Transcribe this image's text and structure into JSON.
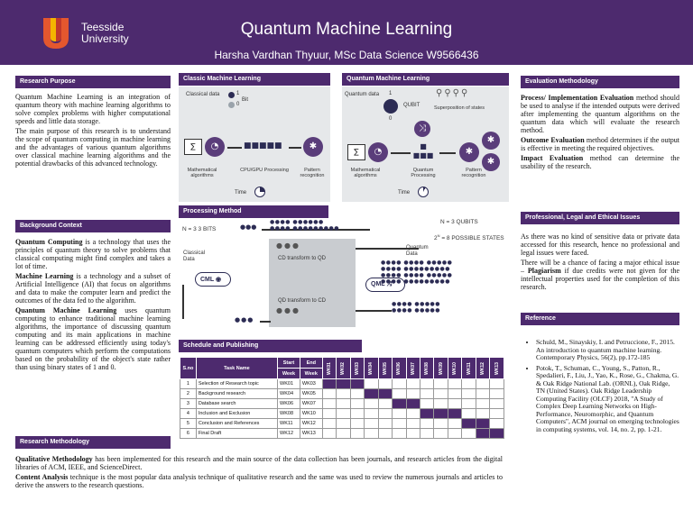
{
  "header": {
    "university": [
      "Teesside",
      "University"
    ],
    "title": "Quantum Machine Learning",
    "author": "Harsha Vardhan Thyuur, MSc Data Science W9566436"
  },
  "research_purpose": {
    "heading": "Research Purpose",
    "p1": "Quantum Machine Learning is an integration of quantum theory with machine learning algorithms to solve complex problems with higher computational speeds and little data storage.",
    "p2": "The main purpose of this research is to understand the scope of quantum computing in machine learning and the advantages of various quantum algorithms over classical machine learning algorithms and the potential drawbacks of this advanced technology."
  },
  "background": {
    "heading": "Background Context",
    "qc_term": "Quantum Computing",
    "qc_text": " is a technology that uses the principles of quantum theory to solve problems that classical computing might find complex and takes a lot of time.",
    "ml_term": "Machine Learning",
    "ml_text": " is a technology and a subset of Artificial Intelligence (AI) that focus on algorithms and data to make the computer learn and predict the outcomes of the data fed to the algorithm.",
    "qml_term": "Quantum Machine Learning",
    "qml_text": " uses quantum computing to enhance traditional machine learning algorithms, the importance of discussing quantum computing and its main applications in machine learning can be addressed efficiently using today's quantum computers which perform the computations based on the probability of the object's state rather than using binary states of 1 and 0."
  },
  "methodology": {
    "heading": "Research Methodology",
    "qual_term": "Qualitative Methodology",
    "qual_text": " has been implemented for this research and the main source of the data collection has been journals, and research articles from the digital libraries of ACM, IEEE, and ScienceDirect.",
    "content_term": "Content Analysis",
    "content_text": " technique is the most popular data analysis technique of qualitative research and the same was used to review the numerous journals and articles to derive the answers to the research questions."
  },
  "classic_ml": {
    "heading": "Classic Machine Learning",
    "classical_data": "Classical data",
    "bit": "Bit",
    "one": "1",
    "zero": "0",
    "math_algos": "Mathematical algorithms",
    "cpu_gpu": "CPU/GPU Processing",
    "pattern": "Pattern recognition",
    "time": "Time"
  },
  "quantum_ml": {
    "heading": "Quantum Machine Learning",
    "quantum_data": "Quantum data",
    "qubit": "QUBIT",
    "one": "1",
    "zero": "0",
    "superposition": "Superposition of states",
    "math_algos": "Mathematical algorithms",
    "quantum_proc": "Quantum Processing",
    "pattern": "Pattern recognition",
    "time": "Time"
  },
  "processing": {
    "heading": "Processing Method",
    "n3bits": "N = 3  3 BITS",
    "n3qubits": "N = 3 QUBITS",
    "states": "2",
    "states_exp": "N",
    "states_text": "= 8 POSSIBLE STATES",
    "classical_data": "Classical Data",
    "quantum_data": "Quantum Data",
    "cml": "CML",
    "qml": "QML",
    "cd_to_qd": "CD transform to QD",
    "qd_to_cd": "QD transform to CD"
  },
  "schedule": {
    "heading": "Schedule and Publishing",
    "col_sno": "S.no",
    "col_task": "Task Name",
    "col_start": "Start",
    "col_end": "End",
    "col_week": "Week",
    "weeks": [
      "WK01",
      "WK02",
      "WK03",
      "WK04",
      "WK05",
      "WK06",
      "WK07",
      "WK08",
      "WK09",
      "WK10",
      "WK11",
      "WK12",
      "WK13"
    ],
    "rows": [
      {
        "sno": "1",
        "task": "Selection of Research topic",
        "start": "WK01",
        "end": "WK03",
        "s": 1,
        "e": 3
      },
      {
        "sno": "2",
        "task": "Background research",
        "start": "WK04",
        "end": "WK05",
        "s": 4,
        "e": 5
      },
      {
        "sno": "3",
        "task": "Database search",
        "start": "WK06",
        "end": "WK07",
        "s": 6,
        "e": 7
      },
      {
        "sno": "4",
        "task": "Inclusion and Exclusion",
        "start": "WK08",
        "end": "WK10",
        "s": 8,
        "e": 10
      },
      {
        "sno": "5",
        "task": "Conclusion and References",
        "start": "WK11",
        "end": "WK12",
        "s": 11,
        "e": 12
      },
      {
        "sno": "6",
        "task": "Final Draft",
        "start": "WK12",
        "end": "WK13",
        "s": 12,
        "e": 13
      }
    ]
  },
  "evaluation": {
    "heading": "Evaluation Methodology",
    "pi_term": "Process/ Implementation Evaluation",
    "pi_text": " method should be used to analyse if the intended outputs were derived after implementing the quantum algorithms on the quantum data which will evaluate the research method.",
    "oe_term": "Outcome Evaluation",
    "oe_text": " method determines if the output is effective in meeting the required objectives.",
    "ie_term": "Impact Evaluation",
    "ie_text": " method can determine the usability of the research."
  },
  "professional": {
    "heading": "Professional, Legal and Ethical Issues",
    "p1": "As there was no kind of sensitive data or private data accessed for this research, hence no professional and legal issues were faced.",
    "p2_a": "There will be a chance of facing a major ethical issue – ",
    "p2_term": "Plagiarism",
    "p2_b": " if due credits were not given for the intellectual properties used for the completion of this research."
  },
  "references": {
    "heading": "Reference",
    "items": [
      "Schuld, M., Sinayskiy, I. and Petruccione, F., 2015. An introduction to quantum machine learning. Contemporary Physics, 56(2), pp.172-185",
      "Potok, T., Schuman, C., Young, S., Patton, R., Spedalieri, F., Liu, J., Yao, K., Rose, G., Chakma, G. & Oak Ridge National Lab. (ORNL), Oak Ridge, TN (United States). Oak Ridge Leadership Computing Facility (OLCF) 2018, \"A Study of Complex Deep Learning Networks on High-Performance, Neuromorphic, and Quantum Computers\", ACM journal on emerging technologies in computing systems, vol. 14, no. 2, pp. 1-21."
    ]
  },
  "colors": {
    "brand_purple": "#4d2a6e",
    "panel_gray": "#e6e8ea",
    "logo_orange": "#e4572e",
    "logo_yellow": "#f4b400"
  }
}
